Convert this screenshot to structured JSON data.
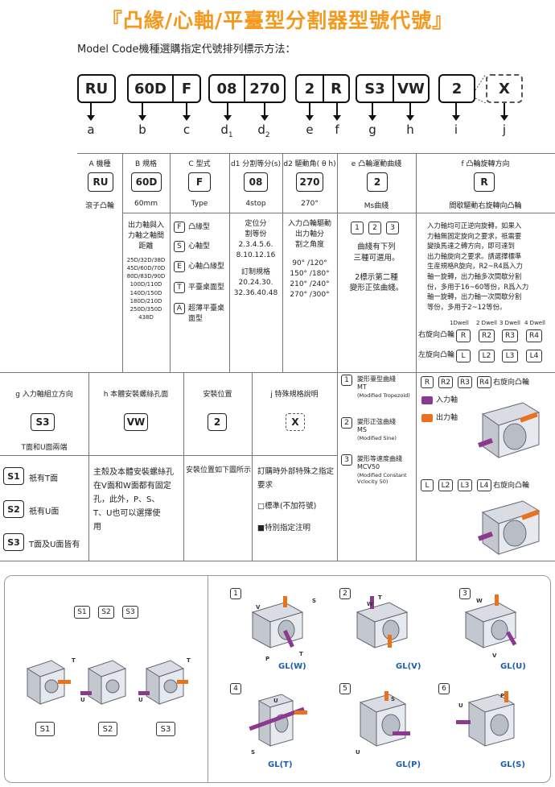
{
  "title": "『凸緣/心軸/平臺型分割器型號代號』",
  "subtitle": "Model Code機種選購指定代號排列標示方法：",
  "codes": [
    "RU",
    "60D",
    "F",
    "08",
    "270",
    "2",
    "R",
    "S3",
    "VW",
    "2",
    "X"
  ],
  "letters": [
    "a",
    "b",
    "c",
    "d",
    "1",
    "d",
    "2",
    "e",
    "f",
    "g",
    "h",
    "i",
    "j"
  ],
  "columns": {
    "a": {
      "head": "A 機種",
      "code": "RU",
      "sub": "滾子凸輪"
    },
    "b": {
      "head": "B 規格",
      "code": "60D",
      "sub": "60mm",
      "desc": [
        "出力軸與入",
        "力軸之軸間",
        "距離"
      ],
      "sizes": [
        "25D/32D/38D",
        "45D/60D/70D",
        "80D/83D/90D",
        "100D/110D",
        "140D/150D",
        "180D/210D",
        "250D/350D",
        "438D"
      ]
    },
    "c": {
      "head": "C 型式",
      "code": "F",
      "sub": "Type",
      "types": [
        {
          "k": "F",
          "v": "凸緣型"
        },
        {
          "k": "S",
          "v": "心軸型"
        },
        {
          "k": "E",
          "v": "心軸凸緣型"
        },
        {
          "k": "T",
          "v": "平臺桌面型"
        },
        {
          "k": "A",
          "v": "超薄平臺桌"
        },
        {
          "k": "",
          "v": "面型"
        }
      ]
    },
    "d1": {
      "head": "d1 分割等分(s)",
      "code": "08",
      "sub": "4stop",
      "lines": [
        "定位分",
        "割等份",
        "2.3.4.5.6.",
        "8.10.12.16",
        "",
        "訂制規格",
        "20.24.30.",
        "32.36.40.48"
      ]
    },
    "d2": {
      "head": "d2 驅動角( θ h)",
      "code": "270",
      "sub": "270°",
      "lines": [
        "入力凸輪驅動",
        "出力軸分",
        "割之角度",
        "",
        "90° /120°",
        "150° /180°",
        "210° /240°",
        "270° /300°"
      ]
    },
    "e": {
      "head": "e 凸輪運動曲綫",
      "code": "2",
      "sub": "Ms曲綫",
      "nums": [
        "1",
        "2",
        "3"
      ],
      "lines": [
        "曲綫有下列",
        "三種可選用。",
        "",
        "2標示第二種",
        "變形正弦曲綫。"
      ]
    },
    "f": {
      "head": "f 凸輪旋轉方向",
      "code": "R",
      "sub": "間歇驅動右旋轉向凸輪",
      "lines": [
        "入力軸均可正逆向旋轉，如果入",
        "力軸無固定旋向之要求，祇需要",
        "變換馬達之轉方向，即可達到",
        "出力軸旋向之要求。請選擇標準",
        "生産規格R旋向，R2~R4爲入力",
        "軸一旋轉，出力軸多次間歇分割",
        "份，多用于16~60等份，R爲入力",
        "軸一旋轉，出力軸一次間歇分割",
        "等份，多用于2~12等份。"
      ],
      "dwell": [
        "1Dwell",
        "2 Dwell",
        "3 Dwell",
        "4 Dwell"
      ],
      "rightLabel": "右旋向凸輪",
      "leftLabel": "左旋向凸輪",
      "right": [
        "R",
        "R2",
        "R3",
        "R4"
      ],
      "left": [
        "L",
        "L2",
        "L3",
        "L4"
      ]
    }
  },
  "lower": {
    "g": {
      "head": "g 入力軸組立方向",
      "code": "S3",
      "sub": "T面和U面兩端",
      "rows": [
        {
          "k": "S1",
          "v": "祇有T面"
        },
        {
          "k": "S2",
          "v": "祇有U面"
        },
        {
          "k": "S3",
          "v": "T面及U面皆有"
        }
      ]
    },
    "h": {
      "head": "h 本體安裝螺絲孔面",
      "code": "VW",
      "lines": [
        "主殼及本體安裝螺絲孔",
        "在V面和W面都有固定",
        "孔，此外，P、S、",
        "T、U也可以選擇使",
        "用"
      ]
    },
    "i": {
      "head": "安裝位置",
      "code": "2",
      "lines": [
        "安裝位置如下圖所示"
      ]
    },
    "j": {
      "head": "j 特殊規格說明",
      "code": "X",
      "lines": [
        "訂購時外部特殊之指定",
        "要求",
        "",
        "□標準(不加符號)",
        "",
        "■特別指定注明"
      ]
    },
    "curves": [
      {
        "n": "1",
        "name": "變形臺型曲綫",
        "abbr": "MT",
        "en": "(Modified Tropezoid)"
      },
      {
        "n": "2",
        "name": "變形正弦曲綫",
        "abbr": "MS",
        "en": "(Modified Sine)"
      },
      {
        "n": "3",
        "name": "變形等速度曲綫",
        "abbr": "MCV50",
        "en": "(Modified Constant",
        "en2": "Vclocity 50)"
      }
    ],
    "rot": {
      "right": [
        "R",
        "R2",
        "R3",
        "R4"
      ],
      "rightLabel": "右旋向凸輪",
      "left": [
        "L",
        "L2",
        "L3",
        "L4"
      ],
      "leftLabel": "右旋向凸輪",
      "in": "入力軸",
      "out": "出力軸"
    }
  },
  "bottom": {
    "sset": [
      "S1",
      "S2",
      "S3"
    ],
    "positions": [
      {
        "n": "1",
        "gl": "GL(W)"
      },
      {
        "n": "2",
        "gl": "GL(V)"
      },
      {
        "n": "3",
        "gl": "GL(U)"
      },
      {
        "n": "4",
        "gl": "GL(T)"
      },
      {
        "n": "5",
        "gl": "GL(P)"
      },
      {
        "n": "6",
        "gl": "GL(S)"
      }
    ],
    "faceLabels": {
      "t": "T",
      "u": "U",
      "v": "V",
      "w": "W",
      "s": "S",
      "p": "P"
    }
  },
  "colors": {
    "title": "#f39a1e",
    "input": "#8b3a8f",
    "output": "#e8731f",
    "gl": "#1a5fb4"
  }
}
